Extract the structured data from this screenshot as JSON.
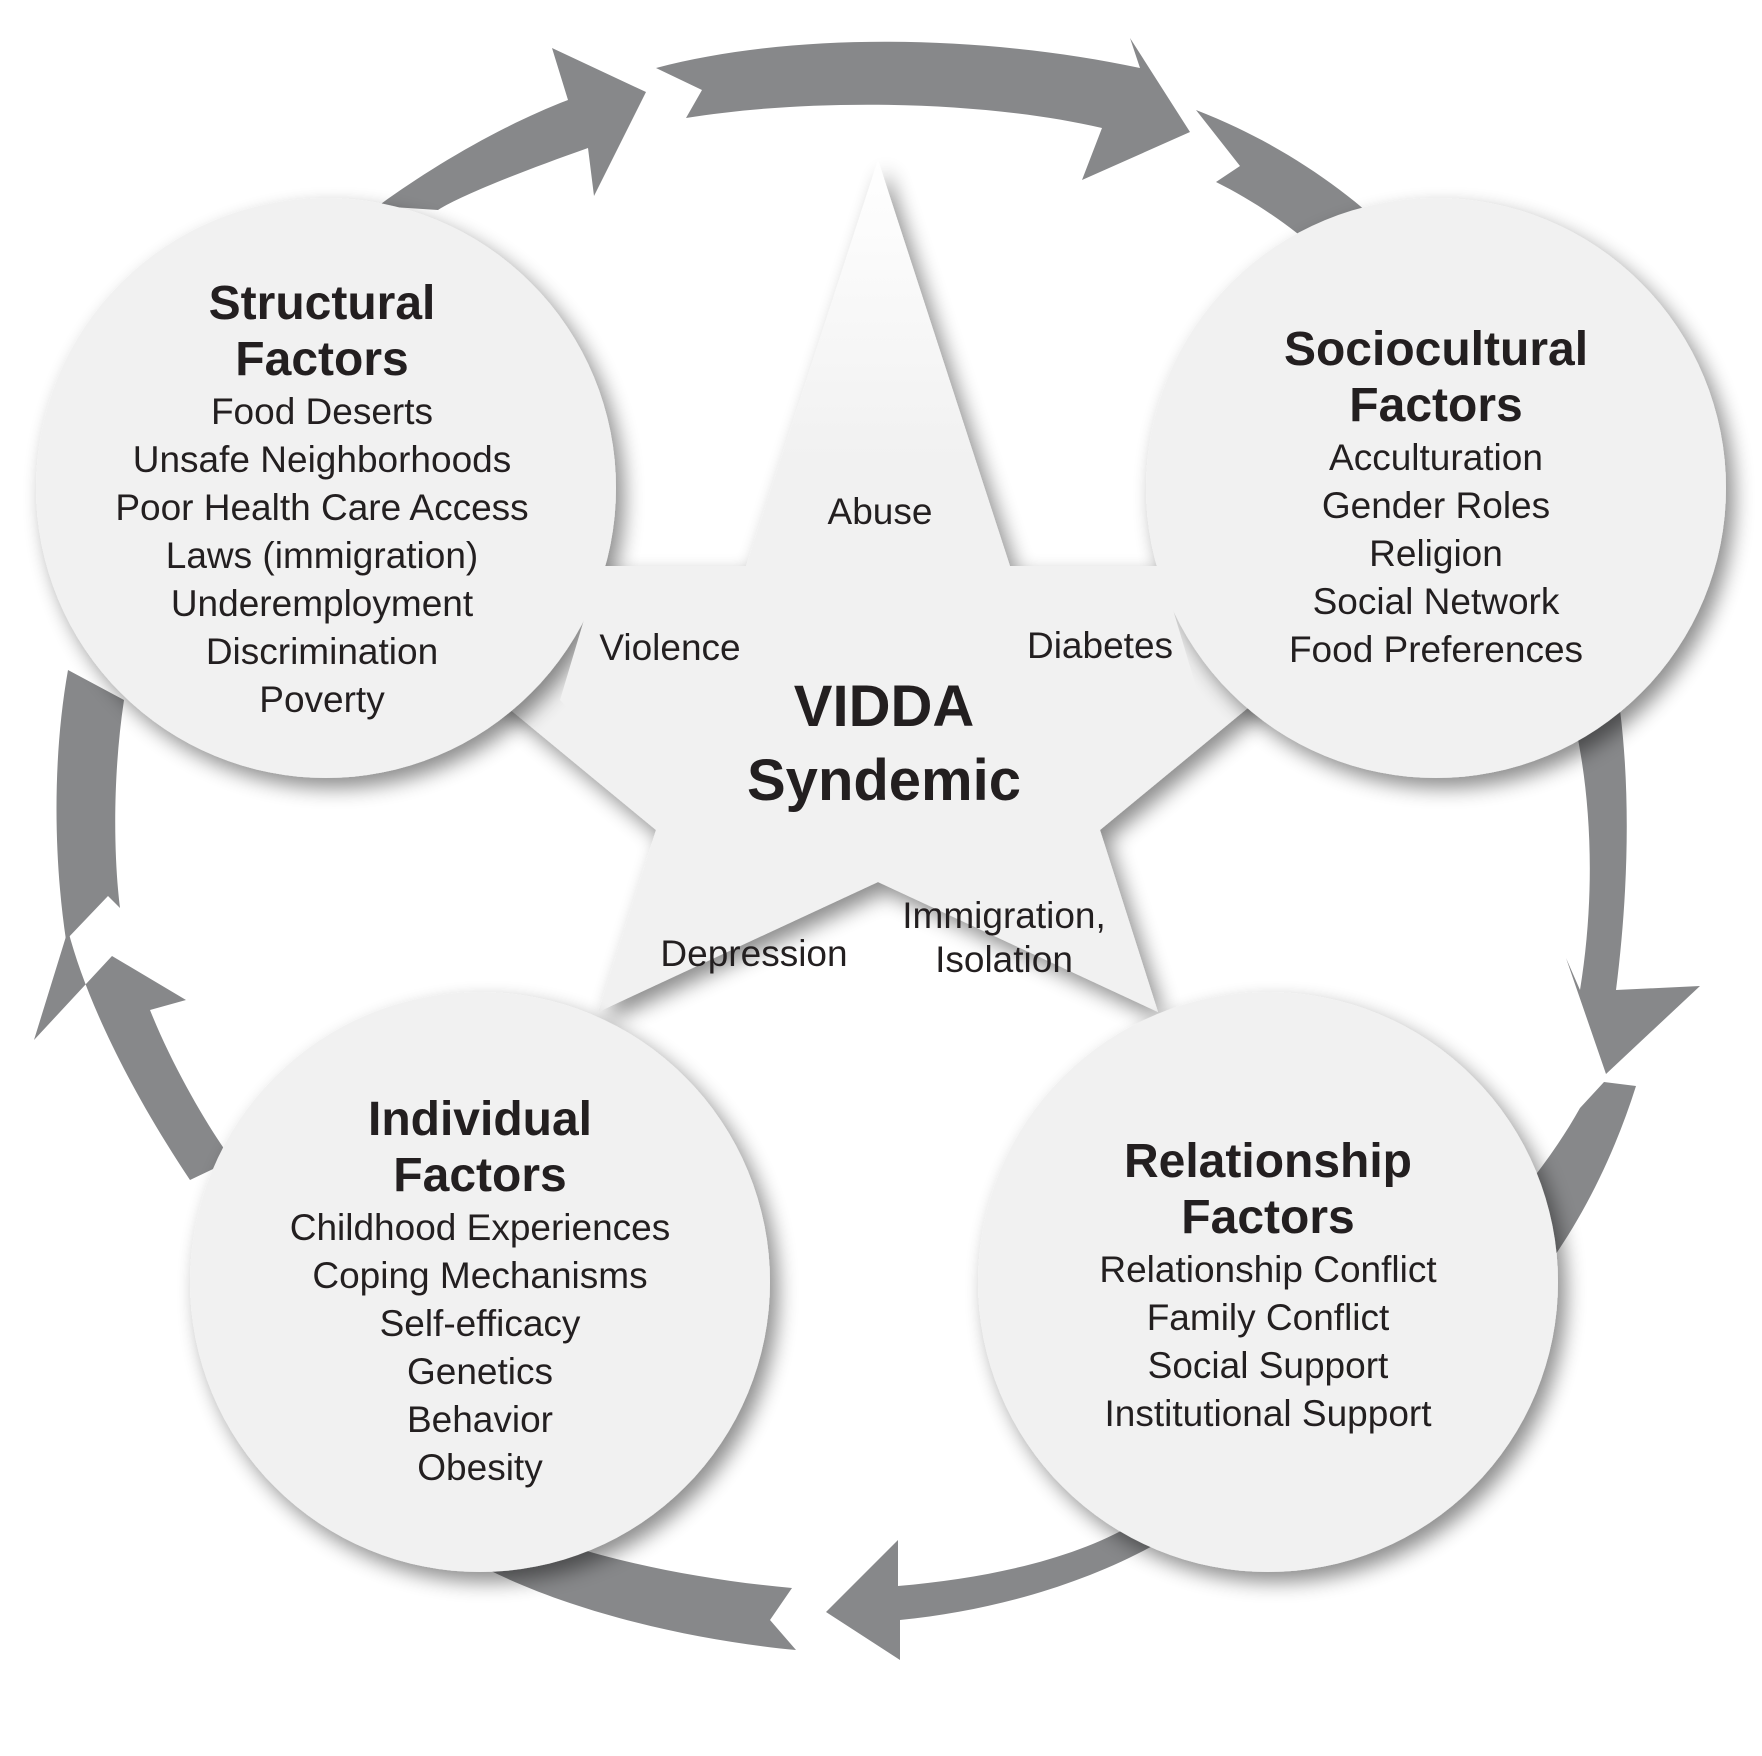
{
  "diagram": {
    "center": {
      "title_line1": "VIDDA",
      "title_line2": "Syndemic"
    },
    "star_labels": {
      "top": "Abuse",
      "left": "Violence",
      "right": "Diabetes",
      "bottom_left": "Depression",
      "bottom_right_line1": "Immigration,",
      "bottom_right_line2": "Isolation"
    },
    "factors": [
      {
        "id": "structural",
        "title_line1": "Structural",
        "title_line2": "Factors",
        "items": [
          "Food Deserts",
          "Unsafe Neighborhoods",
          "Poor Health Care Access",
          "Laws (immigration)",
          "Underemployment",
          "Discrimination",
          "Poverty"
        ]
      },
      {
        "id": "sociocultural",
        "title_line1": "Sociocultural",
        "title_line2": "Factors",
        "items": [
          "Acculturation",
          "Gender Roles",
          "Religion",
          "Social Network",
          "Food Preferences"
        ]
      },
      {
        "id": "relationship",
        "title_line1": "Relationship",
        "title_line2": "Factors",
        "items": [
          "Relationship Conflict",
          "Family Conflict",
          "Social Support",
          "Institutional Support"
        ]
      },
      {
        "id": "individual",
        "title_line1": "Individual",
        "title_line2": "Factors",
        "items": [
          "Childhood Experiences",
          "Coping Mechanisms",
          "Self-efficacy",
          "Genetics",
          "Behavior",
          "Obesity"
        ]
      }
    ],
    "cycle_direction": "clockwise",
    "colors": {
      "arrow": "#87888a",
      "shape_fill": "#f1f1f1",
      "text": "#231f20",
      "background": "#ffffff"
    }
  }
}
